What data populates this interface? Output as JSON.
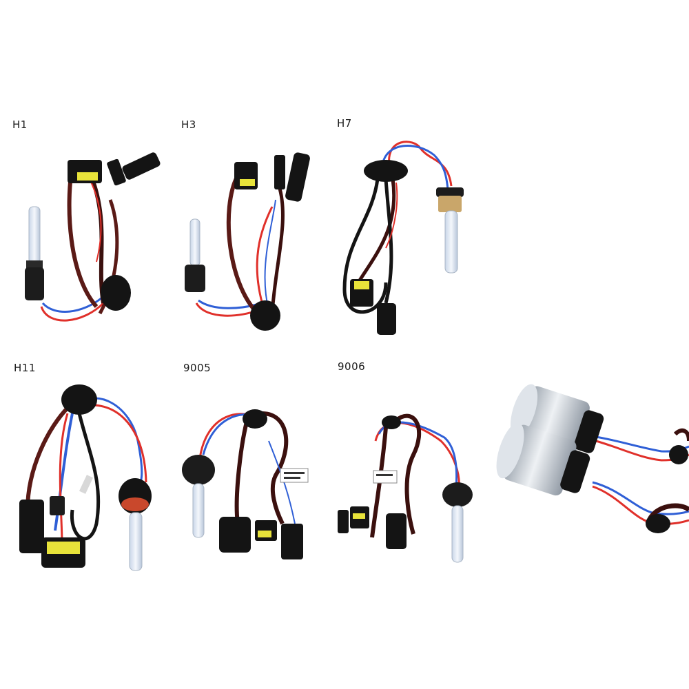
{
  "labels": {
    "h1": "H1",
    "h3": "H3",
    "h7": "H7",
    "h11": "H11",
    "9005": "9005",
    "9006": "9006"
  },
  "colors": {
    "background": "#ffffff",
    "wire_red": "#e0302a",
    "wire_blue": "#2f5fd6",
    "wire_dark": "#5a1a16",
    "connector_black": "#141414",
    "seal_yellow": "#e8e33a",
    "glass": "#dfe8f4"
  }
}
